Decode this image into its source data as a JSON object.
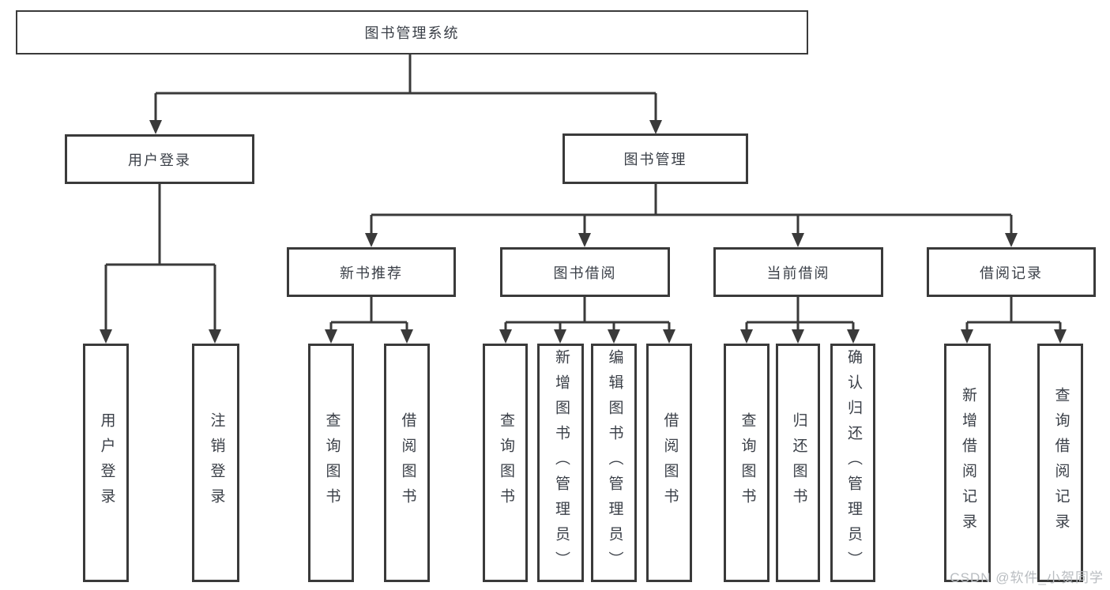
{
  "diagram": {
    "title": "图书管理系统",
    "level2": [
      {
        "id": "user-login",
        "label": "用户登录"
      },
      {
        "id": "book-management",
        "label": "图书管理"
      }
    ],
    "level3": [
      {
        "id": "new-book-recommend",
        "label": "新书推荐"
      },
      {
        "id": "book-borrow",
        "label": "图书借阅"
      },
      {
        "id": "current-borrow",
        "label": "当前借阅"
      },
      {
        "id": "borrow-records",
        "label": "借阅记录"
      }
    ],
    "leaves": [
      {
        "id": "user-login-leaf",
        "parent": "用户登录",
        "label": "用户登录"
      },
      {
        "id": "logout",
        "parent": "用户登录",
        "label": "注销登录"
      },
      {
        "id": "nb-query-book",
        "parent": "新书推荐",
        "label": "查询图书"
      },
      {
        "id": "nb-borrow-book",
        "parent": "新书推荐",
        "label": "借阅图书"
      },
      {
        "id": "bb-query-book",
        "parent": "图书借阅",
        "label": "查询图书"
      },
      {
        "id": "bb-add-book",
        "parent": "图书借阅",
        "label": "新增图书（管理员）"
      },
      {
        "id": "bb-edit-book",
        "parent": "图书借阅",
        "label": "编辑图书（管理员）"
      },
      {
        "id": "bb-borrow-book",
        "parent": "图书借阅",
        "label": "借阅图书"
      },
      {
        "id": "cb-query-book",
        "parent": "当前借阅",
        "label": "查询图书"
      },
      {
        "id": "cb-return-book",
        "parent": "当前借阅",
        "label": "归还图书"
      },
      {
        "id": "cb-confirm-return",
        "parent": "当前借阅",
        "label": "确认归还（管理员）"
      },
      {
        "id": "br-add-record",
        "parent": "借阅记录",
        "label": "新增借阅记录"
      },
      {
        "id": "br-query-record",
        "parent": "借阅记录",
        "label": "查询借阅记录"
      }
    ],
    "line_color": "#3a3a3a"
  },
  "watermark": "CSDN @软件_小贺同学"
}
